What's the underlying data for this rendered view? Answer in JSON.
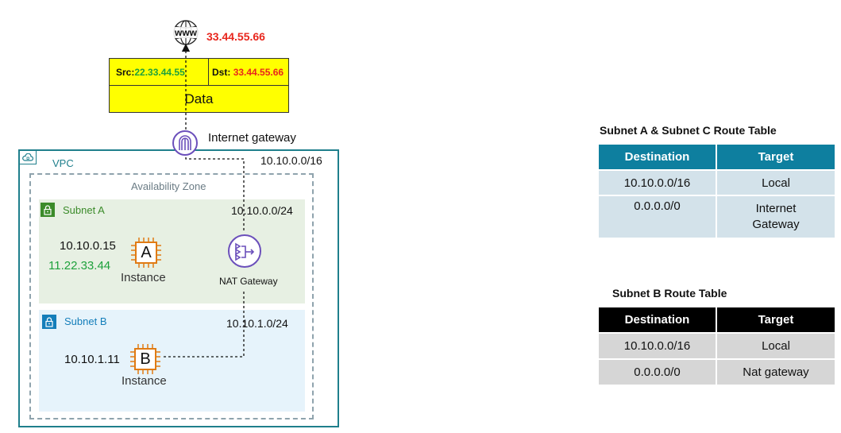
{
  "internet": {
    "label": "www",
    "public_ip": "33.44.55.66"
  },
  "packet": {
    "src_prefix": "Src:",
    "src_ip": "22.33.44.55",
    "dst_prefix": "Dst:",
    "dst_ip": "33.44.55.66",
    "data_label": "Data"
  },
  "igw": {
    "label": "Internet gateway"
  },
  "vpc": {
    "label": "VPC",
    "cidr": "10.10.0.0/16",
    "availability_zone": "Availability Zone",
    "subnet_a": {
      "label": "Subnet A",
      "cidr": "10.10.0.0/24",
      "instance": {
        "letter": "A",
        "label": "Instance",
        "private_ip": "10.10.0.15",
        "public_ip": "11.22.33.44"
      },
      "nat": {
        "label": "NAT Gateway"
      }
    },
    "subnet_b": {
      "label": "Subnet B",
      "cidr": "10.10.1.0/24",
      "instance": {
        "letter": "B",
        "label": "Instance",
        "private_ip": "10.10.1.11"
      }
    }
  },
  "route_table_ac": {
    "title": "Subnet A & Subnet C Route Table",
    "headers": [
      "Destination",
      "Target"
    ],
    "rows": [
      [
        "10.10.0.0/16",
        "Local"
      ],
      [
        "0.0.0.0/0",
        "Internet Gateway"
      ]
    ]
  },
  "route_table_b": {
    "title": "Subnet B Route Table",
    "headers": [
      "Destination",
      "Target"
    ],
    "rows": [
      [
        "10.10.0.0/16",
        "Local"
      ],
      [
        "0.0.0.0/0",
        "Nat gateway"
      ]
    ]
  },
  "colors": {
    "vpc_border": "#1f7f8c",
    "subnet_a_bg": "#e7f0e3",
    "subnet_b_bg": "#e6f3fb",
    "public_ip_red": "#e8261d",
    "public_ip_green": "#1ea13c",
    "packet_yellow": "#ffff00",
    "chip_orange": "#e07b14",
    "gateway_purple": "#6b4fbb",
    "table_ac_header": "#0e7f9f",
    "table_b_header": "#000000"
  },
  "icons": [
    "globe-icon",
    "internet-gateway-icon",
    "nat-gateway-icon",
    "cloud-icon",
    "lock-icon",
    "chip-icon"
  ]
}
